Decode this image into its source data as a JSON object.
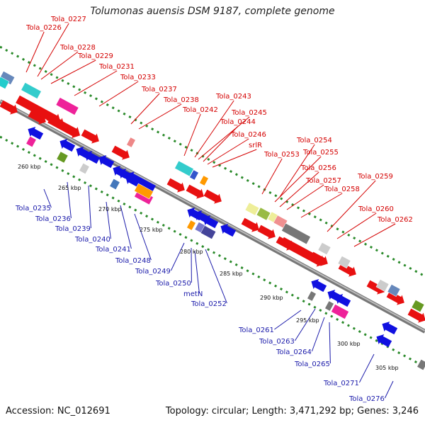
{
  "title": "Tolumonas auensis DSM 9187, complete genome",
  "footer": {
    "accession": "Accession: NC_012691",
    "summary": "Topology: circular; Length: 3,471,292 bp; Genes: 3,246"
  },
  "scale_ticks": [
    "260 kbp",
    "265 kbp",
    "270 kbp",
    "275 kbp",
    "280 kbp",
    "285 kbp",
    "290 kbp",
    "295 kbp",
    "300 kbp",
    "305 kbp"
  ],
  "labels_top": [
    "Tola_0226",
    "Tola_0227",
    "Tola_0228",
    "Tola_0229",
    "Tola_0231",
    "Tola_0233",
    "Tola_0237",
    "Tola_0238",
    "Tola_0243",
    "Tola_0242",
    "Tola_0245",
    "Tola_0244",
    "Tola_0246",
    "srlR",
    "Tola_0254",
    "Tola_0253",
    "Tola_0255",
    "Tola_0256",
    "Tola_0257",
    "Tola_0259",
    "Tola_0258",
    "Tola_0260",
    "Tola_0262"
  ],
  "labels_bottom": [
    "Tola_0235",
    "Tola_0236",
    "Tola_0239",
    "Tola_0240",
    "Tola_0241",
    "Tola_0248",
    "Tola_0249",
    "Tola_0250",
    "metN",
    "Tola_0252",
    "Tola_0261",
    "Tola_0263",
    "Tola_0264",
    "Tola_0265",
    "Tola_0271",
    "Tola_0276"
  ],
  "colors": {
    "forward_label": "#d40000",
    "reverse_label": "#1a1aaa",
    "backbone": "#8c8c8c",
    "gc_dots": "#2a8a2a",
    "forward_arrow": "#e81010",
    "reverse_arrow": "#1010e0"
  }
}
